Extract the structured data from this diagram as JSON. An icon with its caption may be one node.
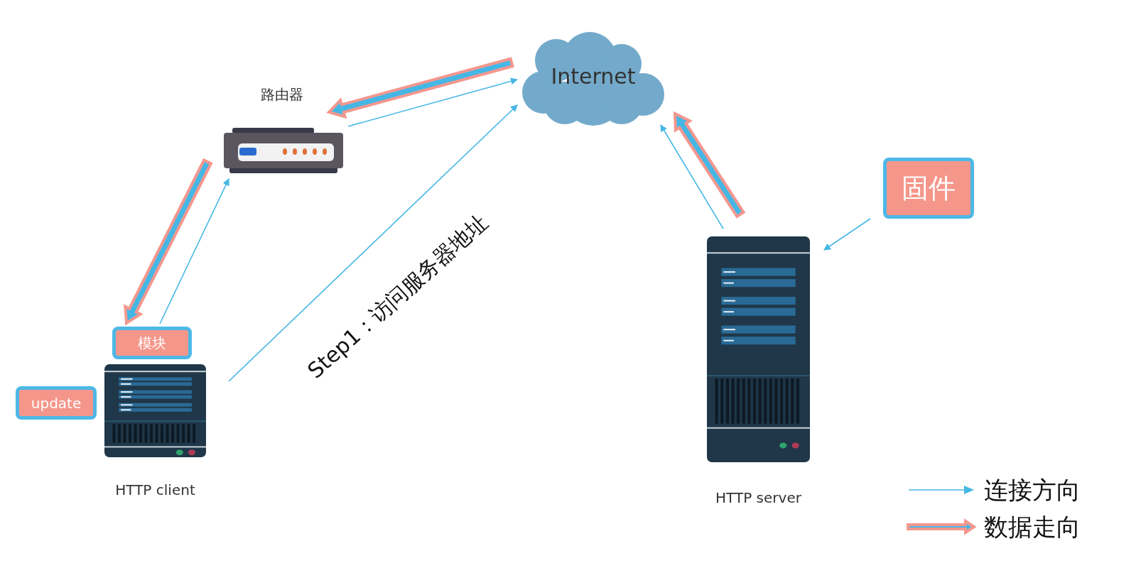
{
  "diagram": {
    "nodes": [
      {
        "text": [
          "Internet"
        ]
      },
      {
        "text": [],
        "shape": "picture",
        "beside": [
          "路由器"
        ]
      },
      {
        "text": [],
        "shape": "picture",
        "beside": [
          "HTTP client"
        ]
      },
      {
        "text": [
          "模块"
        ]
      },
      {
        "text": [
          "update"
        ]
      },
      {
        "text": [],
        "shape": "picture",
        "beside": [
          "HTTP server"
        ]
      },
      {
        "text": [
          "固件"
        ]
      }
    ],
    "edges": [
      {
        "from": 1,
        "to": 0,
        "arrow": "to"
      },
      {
        "from": 2,
        "to": 0,
        "arrow": "to",
        "label": "Step1：访问服务器地址"
      },
      {
        "from": 3,
        "to": 1,
        "arrow": "to"
      },
      {
        "from": 5,
        "to": 0,
        "arrow": "to"
      },
      {
        "from": 6,
        "to": 5,
        "arrow": "to"
      },
      {
        "from": 0,
        "to": 1,
        "arrow": "to",
        "style": "thick"
      },
      {
        "from": 1,
        "to": 3,
        "arrow": "to",
        "style": "thick"
      },
      {
        "from": 5,
        "to": 0,
        "arrow": "to",
        "style": "thick"
      }
    ],
    "legend": [
      {
        "text": "连接方向"
      },
      {
        "text": "数据走向"
      }
    ]
  }
}
